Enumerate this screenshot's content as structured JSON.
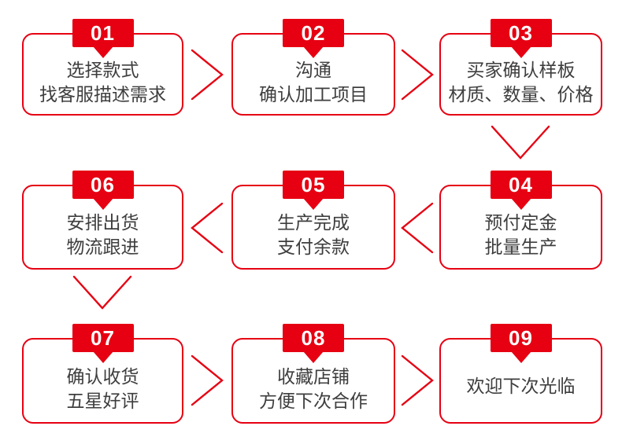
{
  "diagram": {
    "type": "process-flow",
    "colors": {
      "accent_red": "#e60012",
      "text": "#3e3e3e",
      "badge_text": "#ffffff",
      "background": "#ffffff"
    },
    "steps": [
      {
        "number": "01",
        "line1": "选择款式",
        "line2": "找客服描述需求"
      },
      {
        "number": "02",
        "line1": "沟通",
        "line2": "确认加工项目"
      },
      {
        "number": "03",
        "line1": "买家确认样板",
        "line2": "材质、数量、价格"
      },
      {
        "number": "04",
        "line1": "预付定金",
        "line2": "批量生产"
      },
      {
        "number": "05",
        "line1": "生产完成",
        "line2": "支付余款"
      },
      {
        "number": "06",
        "line1": "安排出货",
        "line2": "物流跟进"
      },
      {
        "number": "07",
        "line1": "确认收货",
        "line2": "五星好评"
      },
      {
        "number": "08",
        "line1": "收藏店铺",
        "line2": "方便下次合作"
      },
      {
        "number": "09",
        "line1": "欢迎下次光临"
      }
    ],
    "arrows": [
      {
        "from": "01",
        "to": "02",
        "direction": "right"
      },
      {
        "from": "02",
        "to": "03",
        "direction": "right"
      },
      {
        "from": "03",
        "to": "04",
        "direction": "down"
      },
      {
        "from": "04",
        "to": "05",
        "direction": "left"
      },
      {
        "from": "05",
        "to": "06",
        "direction": "left"
      },
      {
        "from": "06",
        "to": "07",
        "direction": "down"
      },
      {
        "from": "07",
        "to": "08",
        "direction": "right"
      },
      {
        "from": "08",
        "to": "09",
        "direction": "right"
      }
    ]
  }
}
